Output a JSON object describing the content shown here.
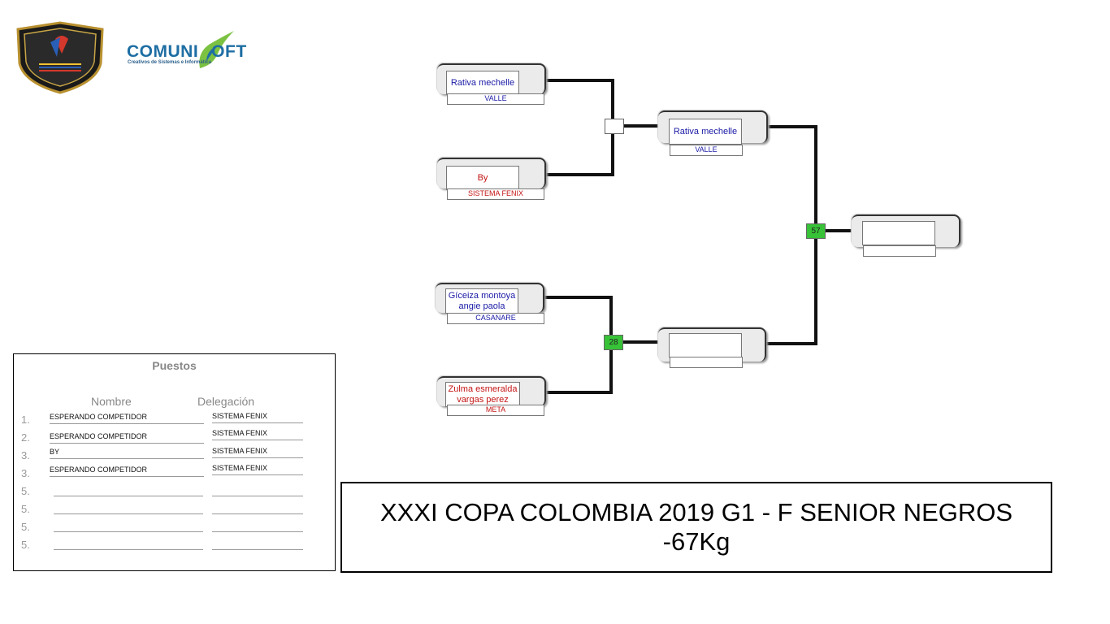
{
  "logos": {
    "federation_shield": "FEDERACIÓN COLOMBIANA TAEKWONDO",
    "comunisoft_word_left": "COMUNI",
    "comunisoft_word_right": "OFT",
    "comunisoft_tagline": "Creativos de Sistemas e Informática"
  },
  "bracket": {
    "round1": [
      {
        "name": "Rativa  mechelle",
        "delegation": "VALLE",
        "color": "blue"
      },
      {
        "name": "By",
        "delegation": "SISTEMA FENIX",
        "color": "red"
      },
      {
        "name": "Gíceiza montoya\nangie paola",
        "delegation": "CASANARE",
        "color": "blue"
      },
      {
        "name": "Zulma esmeralda\nvargas perez",
        "delegation": "META",
        "color": "red"
      }
    ],
    "round2": [
      {
        "name": "Rativa  mechelle",
        "delegation": "VALLE",
        "color": "blue"
      },
      {
        "name": "",
        "delegation": ""
      }
    ],
    "final": {
      "name": "",
      "delegation": ""
    },
    "matches": [
      {
        "number": "",
        "state": "white"
      },
      {
        "number": "28",
        "state": "green"
      },
      {
        "number": "57",
        "state": "green"
      }
    ],
    "colors": {
      "blue": "#1a1aa6",
      "red": "#c41414",
      "match_green": "#37c237"
    }
  },
  "puestos": {
    "title": "Puestos",
    "col_name": "Nombre",
    "col_delegation": "Delegación",
    "rows": [
      {
        "place": "1.",
        "name": "ESPERANDO COMPETIDOR",
        "delegation": "SISTEMA FENIX"
      },
      {
        "place": "2.",
        "name": "ESPERANDO COMPETIDOR",
        "delegation": "SISTEMA FENIX"
      },
      {
        "place": "3.",
        "name": "BY",
        "delegation": "SISTEMA FENIX"
      },
      {
        "place": "3.",
        "name": "ESPERANDO COMPETIDOR",
        "delegation": "SISTEMA FENIX"
      },
      {
        "place": "5.",
        "name": "",
        "delegation": ""
      },
      {
        "place": "5.",
        "name": "",
        "delegation": ""
      },
      {
        "place": "5.",
        "name": "",
        "delegation": ""
      },
      {
        "place": "5.",
        "name": "",
        "delegation": ""
      }
    ]
  },
  "event_title": "XXXI COPA COLOMBIA 2019 G1 - F SENIOR NEGROS -67Kg"
}
